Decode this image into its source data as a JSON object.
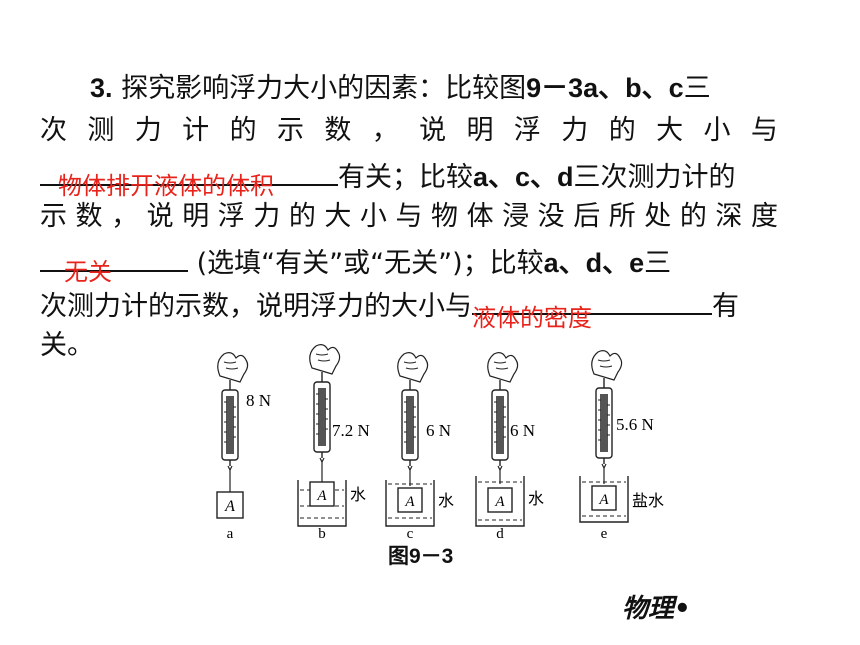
{
  "question": {
    "number": "3.",
    "line1_text": "探究影响浮力大小的因素：比较图",
    "line1_ref": "9－3a、b、c",
    "line1_end": "三",
    "line2_chars": [
      "次",
      "测",
      "力",
      "计",
      "的",
      "示",
      "数",
      "，",
      "说",
      "明",
      "浮",
      "力",
      "的",
      "大",
      "小",
      "与"
    ],
    "line3_text": "有关；比较",
    "line3_ref": "a、c、d",
    "line3_end": "三次测力计的",
    "line4_chars": [
      "示",
      "数",
      "，",
      "说",
      "明",
      "浮",
      "力",
      "的",
      "大",
      "小",
      "与",
      "物",
      "体",
      "浸",
      "没",
      "后",
      "所",
      "处",
      "的",
      "深",
      "度"
    ],
    "line5_text": " (选填“有关”或“无关”)；比较",
    "line5_ref": "a、d、e",
    "line5_end": "三",
    "line6_text": "次测力计的示数，说明浮力的大小与",
    "line6_end": "有",
    "line7_text": "关。"
  },
  "answers": {
    "blank1": "物体排开液体的体积",
    "blank2": "无关",
    "blank3": "液体的密度"
  },
  "figure": {
    "readings": [
      "8 N",
      "7.2 N",
      "6 N",
      "6 N",
      "5.6 N"
    ],
    "object_label": "A",
    "liquids": [
      "水",
      "水",
      "水",
      "盐水"
    ],
    "panel_labels": [
      "a",
      "b",
      "c",
      "d",
      "e"
    ],
    "caption": "图9－3"
  },
  "footer": "物理•",
  "colors": {
    "answer": "#e8231b"
  }
}
